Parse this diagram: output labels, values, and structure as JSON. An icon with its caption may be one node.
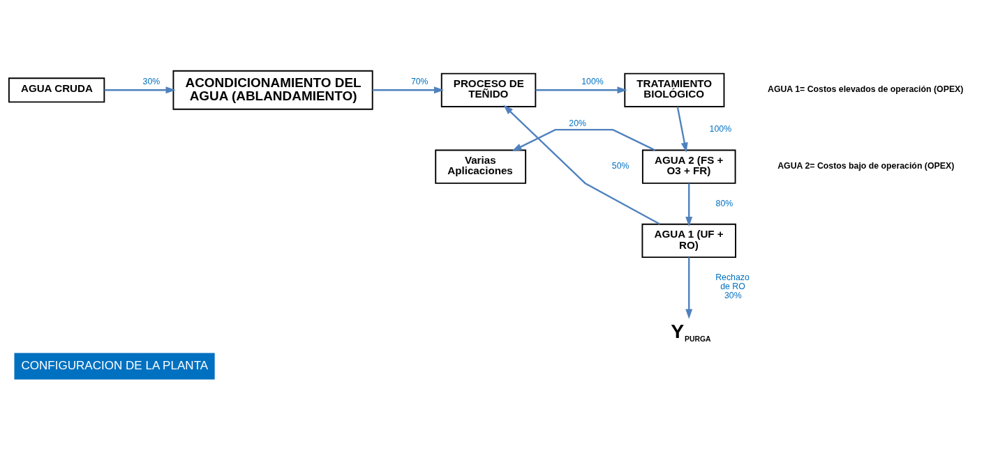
{
  "diagram": {
    "caption": "CONFIGURACION DE LA PLANTA",
    "nodes": [
      {
        "text": [
          "AGUA CRUDA"
        ]
      },
      {
        "text": [
          "ACONDICIONAMIENTO DEL AGUA (ABLANDAMIENTO)"
        ]
      },
      {
        "text": [
          "PROCESO DE TEÑIDO"
        ]
      },
      {
        "text": [
          "Varias Aplicaciones"
        ]
      },
      {
        "text": [
          "TRATAMIENTO BIOLÓGICO"
        ]
      },
      {
        "text": [
          "AGUA 2 (FS + O3 + FR)"
        ]
      },
      {
        "text": [
          "AGUA 1 (UF + RO)"
        ]
      },
      {
        "text": [
          "Y$_{PURGA}$"
        ]
      }
    ],
    "edges": [
      {
        "from": 0,
        "to": 1,
        "arrow": "to",
        "label": "30%"
      },
      {
        "from": 1,
        "to": 2,
        "arrow": "to",
        "label": "70%"
      },
      {
        "from": 2,
        "to": 4,
        "arrow": "to",
        "label": "100%"
      },
      {
        "from": 4,
        "to": 5,
        "arrow": "to",
        "label": "100%"
      },
      {
        "from": 5,
        "to": 3,
        "arrow": "to",
        "label": "20%"
      },
      {
        "from": 5,
        "to": 6,
        "arrow": "to",
        "label": "80%"
      },
      {
        "from": 6,
        "to": 2,
        "arrow": "to",
        "label": "50%"
      },
      {
        "from": 6,
        "to": 7,
        "arrow": "to",
        "label": "Rechazo de RO 30%"
      }
    ],
    "labels": [
      "AGUA 1= Costos elevados de operación (OPEX)",
      "AGUA 2= Costos bajo de operación (OPEX)"
    ]
  }
}
